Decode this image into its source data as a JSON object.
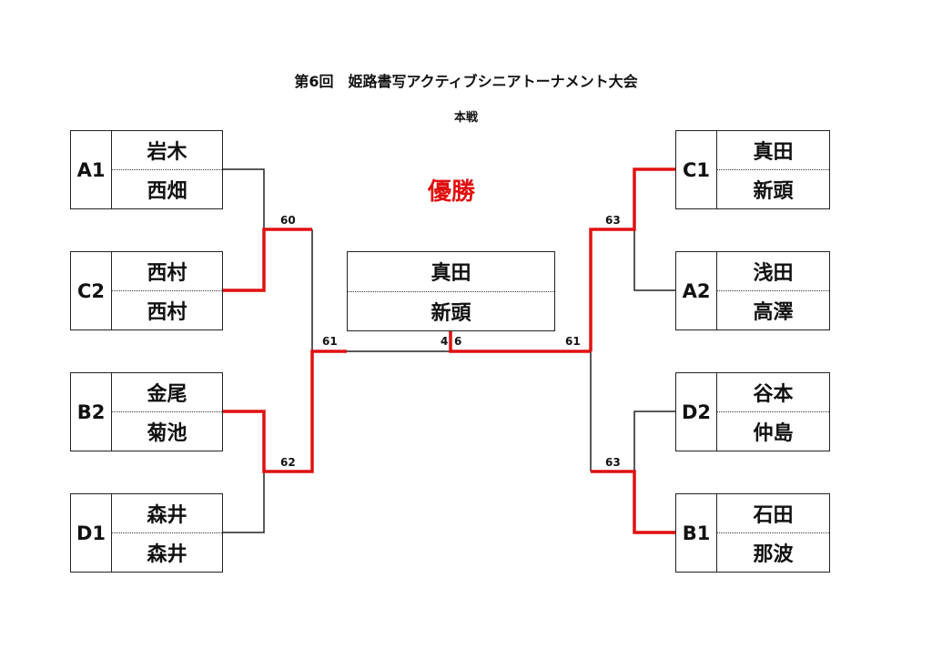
{
  "title": "第6回　姫路書写アクティブシニアトーナメント大会",
  "subtitle": "本戦",
  "champion_label": "優勝",
  "champion": {
    "name1": "真田",
    "name2": "新頭"
  },
  "left": [
    {
      "code": "A1",
      "name1": "岩木",
      "name2": "西畑"
    },
    {
      "code": "C2",
      "name1": "西村",
      "name2": "西村"
    },
    {
      "code": "B2",
      "name1": "金尾",
      "name2": "菊池"
    },
    {
      "code": "D1",
      "name1": "森井",
      "name2": "森井"
    }
  ],
  "right": [
    {
      "code": "C1",
      "name1": "真田",
      "name2": "新頭"
    },
    {
      "code": "A2",
      "name1": "浅田",
      "name2": "高澤"
    },
    {
      "code": "D2",
      "name1": "谷本",
      "name2": "仲島"
    },
    {
      "code": "B1",
      "name1": "石田",
      "name2": "那波"
    }
  ],
  "scores": {
    "left_top": "60",
    "left_bottom": "62",
    "left_semi": "61",
    "final_left": "4",
    "final_right": "6",
    "right_semi": "61",
    "right_top": "63",
    "right_bottom": "63"
  },
  "colors": {
    "winner_line": "#e01010",
    "line": "#222222"
  }
}
